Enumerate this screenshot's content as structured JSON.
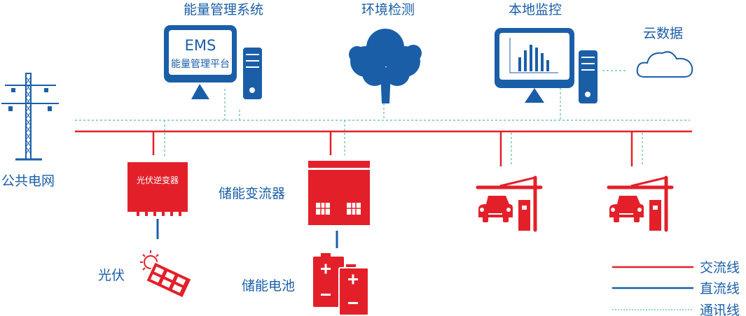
{
  "colors": {
    "blue": "#1a5ea8",
    "red": "#e3202a",
    "comm": "#5bb8b0"
  },
  "nodes": {
    "ems_title": "能量管理系统",
    "ems_screen_title": "EMS",
    "ems_screen_sub": "能量管理平台",
    "env": "环境检测",
    "local_monitor": "本地监控",
    "cloud": "云数据",
    "grid": "公共电网",
    "inverter": "光伏逆变器",
    "pv": "光伏",
    "pcs": "储能变流器",
    "battery": "储能电池"
  },
  "legend": [
    {
      "label": "交流线",
      "type": "ac"
    },
    {
      "label": "直流线",
      "type": "dc"
    },
    {
      "label": "通讯线",
      "type": "comm"
    }
  ]
}
